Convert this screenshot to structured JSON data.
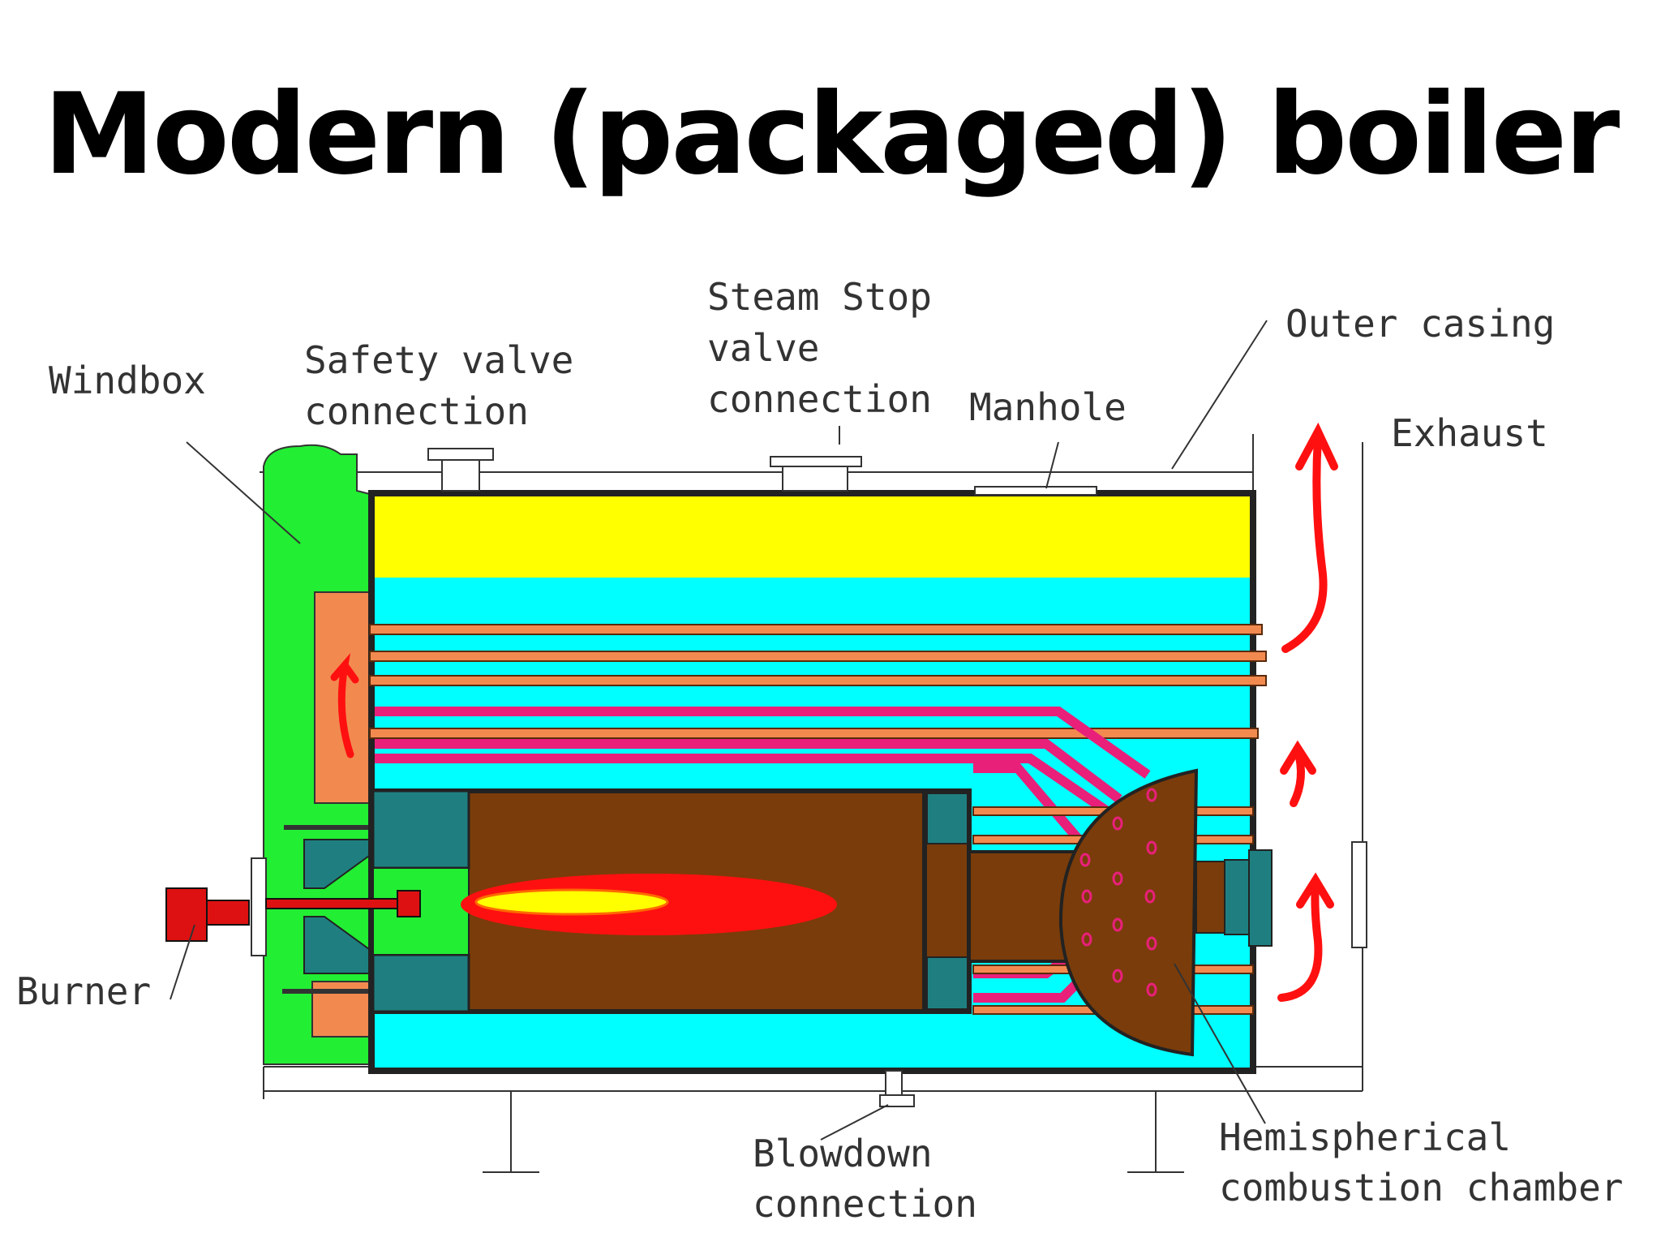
{
  "title": "Modern (packaged) boiler",
  "labels": {
    "windbox": "Windbox",
    "safety_valve_1": "Safety valve",
    "safety_valve_2": "connection",
    "steam_stop_1": "Steam Stop",
    "steam_stop_2": "valve",
    "steam_stop_3": "connection",
    "manhole": "Manhole",
    "outer_casing": "Outer casing",
    "exhaust": "Exhaust",
    "burner": "Burner",
    "blowdown_1": "Blowdown",
    "blowdown_2": "connection",
    "hemi_1": "Hemispherical",
    "hemi_2": "combustion chamber"
  },
  "colors": {
    "steam_space": "#ffff00",
    "water": "#00ffff",
    "windbox": "#22ee33",
    "furnace": "#7a3c0a",
    "flame": "#ff1010",
    "flame_core": "#ffff00",
    "orange_tubes": "#f28a50",
    "pink_tubes": "#e8207a",
    "refractory": "#1f7f80",
    "burner": "#dd1111",
    "arrows": "#ff1010"
  }
}
